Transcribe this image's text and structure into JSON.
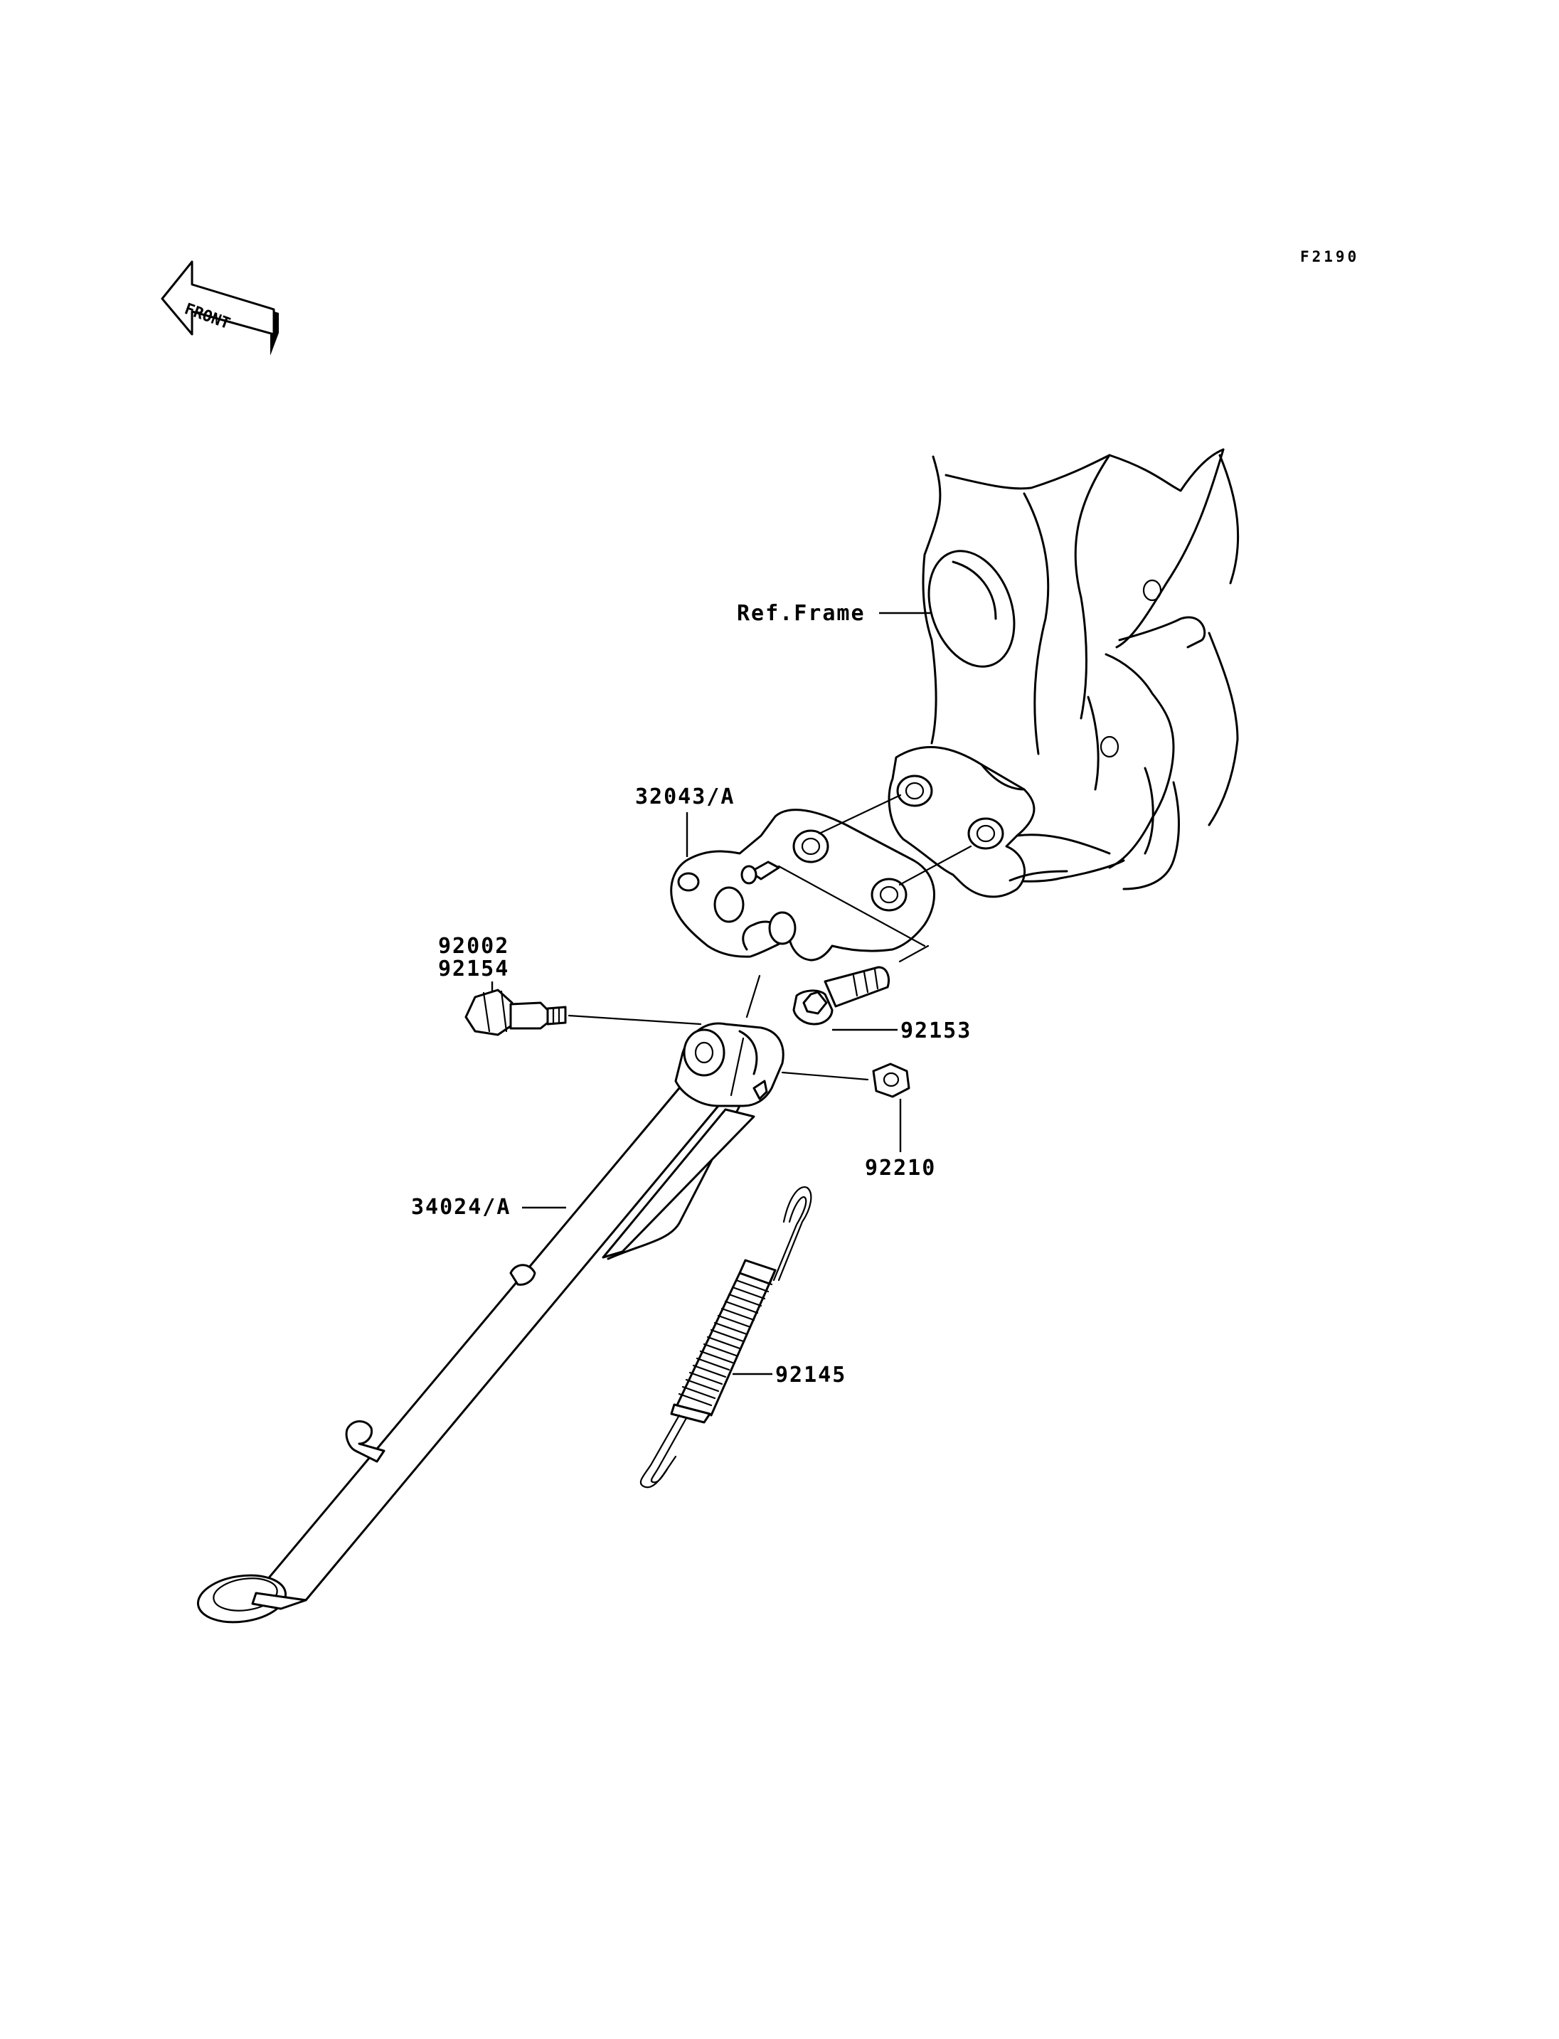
{
  "diagram_code": "F2190",
  "front_indicator": "FRONT",
  "labels": {
    "frame": "Ref.Frame",
    "bracket": "32043/A",
    "bolt_a": "92002",
    "bolt_b": "92154",
    "bolt_flange": "92153",
    "nut": "92210",
    "stand": "34024/A",
    "spring": "92145"
  }
}
